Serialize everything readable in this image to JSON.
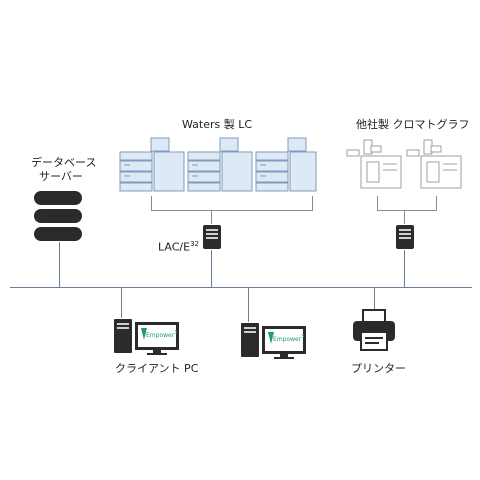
{
  "labels": {
    "database": [
      "データベース",
      "サーバー"
    ],
    "waters_lc": "Waters 製 LC",
    "other_chrom": "他社製 クロマトグラフ",
    "lace": "LAC/E",
    "lace_sup": "32",
    "client_pc": "クライアント PC",
    "printer": "プリンター",
    "empower_brand": "Empower",
    "empower_version": "3"
  },
  "colors": {
    "network": "#6b7f96",
    "lc_module_fill": "#dde9f5",
    "lc_module_stroke": "#7f9bbd",
    "other_stroke": "#9aa0a6",
    "dark": "#2b2b2b",
    "empower_green": "#1f9e63"
  }
}
